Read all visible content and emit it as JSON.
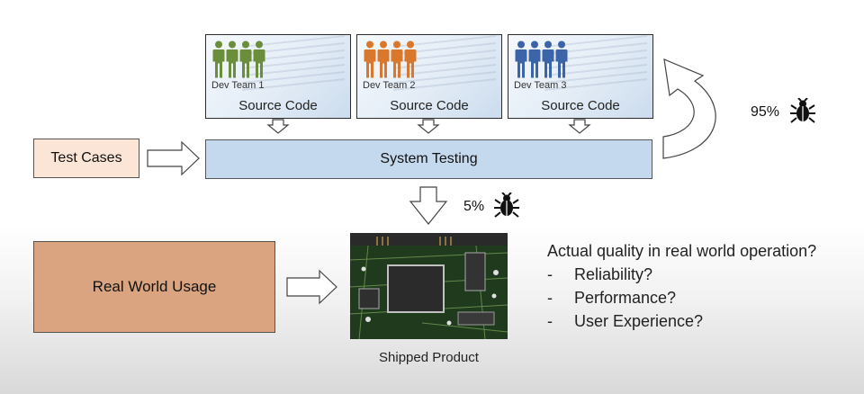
{
  "teams": [
    {
      "name": "Dev Team 1",
      "source": "Source Code",
      "color": "#6b8e3a"
    },
    {
      "name": "Dev Team 2",
      "source": "Source Code",
      "color": "#d9782d"
    },
    {
      "name": "Dev Team 3",
      "source": "Source Code",
      "color": "#3c64a8"
    }
  ],
  "test_cases": "Test Cases",
  "system_testing": "System Testing",
  "real_world_usage": "Real World Usage",
  "shipped_product": "Shipped Product",
  "bugs_caught_pct": "95%",
  "bugs_escaped_pct": "5%",
  "question": {
    "title": "Actual quality in real world operation?",
    "items": [
      "Reliability?",
      "Performance?",
      "User Experience?"
    ]
  },
  "icons": {
    "bug": "bug-icon",
    "team": "people-icon",
    "arrow": "block-arrow-icon"
  }
}
